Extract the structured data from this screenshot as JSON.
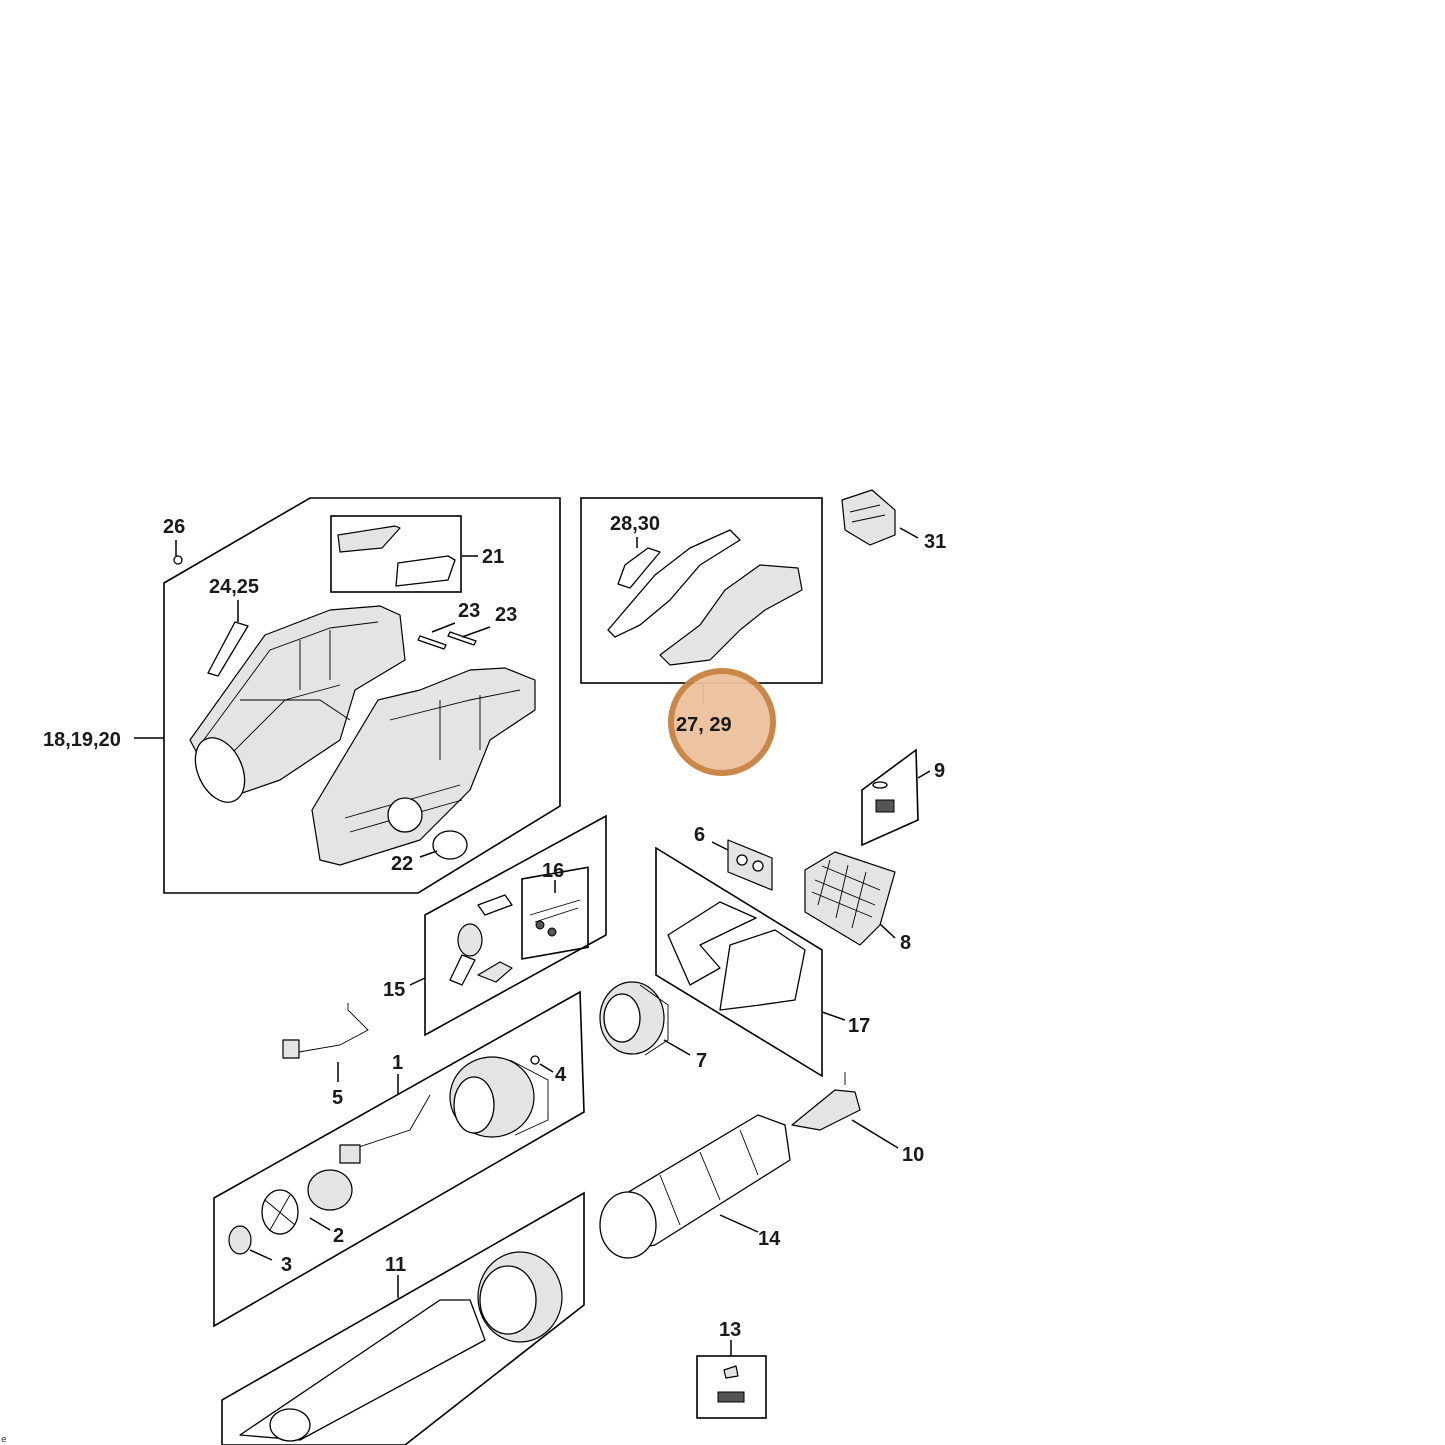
{
  "diagram": {
    "labels": {
      "p1": "1",
      "p2": "2",
      "p3": "3",
      "p4": "4",
      "p5": "5",
      "p6": "6",
      "p7": "7",
      "p8": "8",
      "p9": "9",
      "p10": "10",
      "p11": "11",
      "p13": "13",
      "p14": "14",
      "p15": "15",
      "p16": "16",
      "p17": "17",
      "p18_19_20": "18,19,20",
      "p21": "21",
      "p22": "22",
      "p23a": "23",
      "p23b": "23",
      "p24_25": "24,25",
      "p26": "26",
      "p27_29": "27, 29",
      "p28_30": "28,30",
      "p31": "31"
    },
    "highlight": {
      "target": "27, 29",
      "color": "#c8813f",
      "fill": "#ecc19c"
    },
    "corner_mark": "e"
  }
}
